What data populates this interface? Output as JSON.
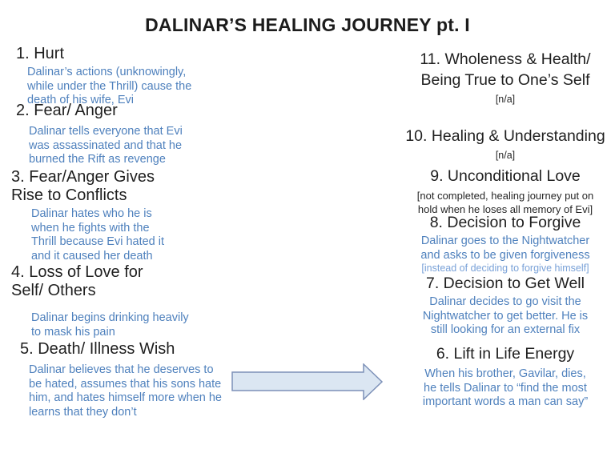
{
  "title": "DALINAR’S HEALING JOURNEY pt. I",
  "colors": {
    "heading_text": "#1f1f1f",
    "accent_blue": "#4f81bd",
    "light_blue_note": "#7aa2d8",
    "arrow_fill": "#dbe6f2",
    "arrow_stroke": "#7d91b8"
  },
  "left_column": {
    "items": [
      {
        "heading": "1. Hurt",
        "desc": "Dalinar’s actions (unknowingly,\nwhile under the Thrill) cause the\ndeath of his wife, Evi"
      },
      {
        "heading": "2. Fear/ Anger",
        "desc": "Dalinar tells everyone that Evi\nwas assassinated and that he\nburned the Rift as revenge"
      },
      {
        "heading": "3. Fear/Anger Gives\nRise to Conflicts",
        "desc": "Dalinar hates who he is\nwhen he fights with the\nThrill because Evi hated it\nand it caused her death"
      },
      {
        "heading": "4. Loss of Love for\nSelf/ Others",
        "desc": "Dalinar begins drinking heavily\nto mask his pain"
      },
      {
        "heading": "5. Death/ Illness Wish",
        "desc": "Dalinar believes that he deserves to\nbe hated, assumes that his sons hate\nhim, and hates himself more when he\nlearns that they don’t"
      }
    ]
  },
  "right_column": {
    "items": [
      {
        "heading": "11. Wholeness & Health/\nBeing True to One’s Self",
        "na": "[n/a]"
      },
      {
        "heading": "10. Healing & Understanding",
        "na": "[n/a]"
      },
      {
        "heading": "9. Unconditional Love",
        "note": "[not completed, healing journey put on\nhold when he loses all memory of Evi]"
      },
      {
        "heading": "8. Decision to Forgive",
        "desc": "Dalinar goes to the Nightwatcher\nand asks to be given forgiveness",
        "subnote": "[instead of deciding to forgive himself]"
      },
      {
        "heading": "7. Decision to Get Well",
        "desc": "Dalinar decides to go visit the\nNightwatcher to get better. He is\nstill looking for an external fix"
      },
      {
        "heading": "6. Lift in Life Energy",
        "desc": "When his brother, Gavilar, dies,\nhe tells Dalinar to “find the most\nimportant words a man can say”"
      }
    ]
  },
  "arrow": {
    "name": "right-block-arrow"
  }
}
